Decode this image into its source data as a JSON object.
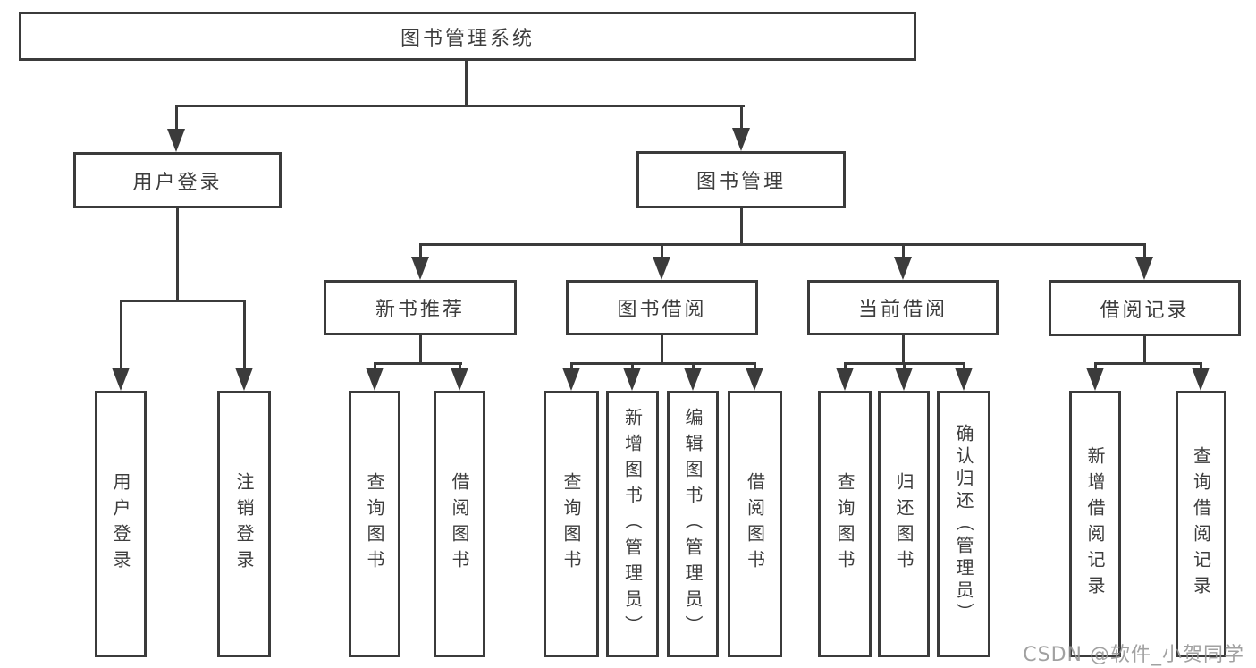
{
  "tree": {
    "root": "图书管理系统",
    "login": {
      "label": "用户登录",
      "leaves": [
        "用户登录",
        "注销登录"
      ]
    },
    "management": {
      "label": "图书管理",
      "groups": [
        {
          "label": "新书推荐",
          "leaves": [
            "查询图书",
            "借阅图书"
          ]
        },
        {
          "label": "图书借阅",
          "leaves": [
            "查询图书",
            "新增图书（管理员）",
            "编辑图书（管理员）",
            "借阅图书"
          ]
        },
        {
          "label": "当前借阅",
          "leaves": [
            "查询图书",
            "归还图书",
            "确认归还（管理员）"
          ]
        },
        {
          "label": "借阅记录",
          "leaves": [
            "新增借阅记录",
            "查询借阅记录"
          ]
        }
      ]
    }
  },
  "watermark": "CSDN @软件_小贺同学",
  "colors": {
    "line": "#3b3b3b",
    "text": "#3d3d3d",
    "box_fill": "#ffffff",
    "watermark": "#949494"
  }
}
